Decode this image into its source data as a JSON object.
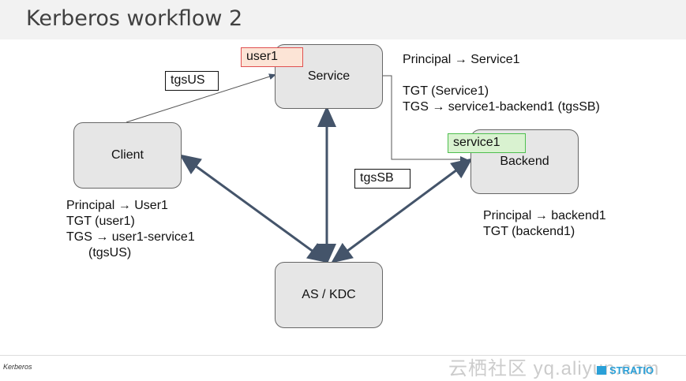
{
  "title": "Kerberos workflow 2",
  "nodes": {
    "service": "Service",
    "client": "Client",
    "backend": "Backend",
    "kdc": "AS / KDC"
  },
  "tags": {
    "user1": "user1",
    "service1": "service1",
    "tgsUS": "tgsUS",
    "tgsSB": "tgsSB"
  },
  "notes": {
    "service": [
      "Principal → Service1",
      "TGT (Service1)",
      "TGS → service1-backend1 (tgsSB)"
    ],
    "client": [
      "Principal → User1",
      "TGT (user1)",
      "TGS → user1-service1",
      "(tgsUS)"
    ],
    "backend": [
      "Principal → backend1",
      "TGT (backend1)"
    ]
  },
  "footer": {
    "label": "Kerberos",
    "watermark": "云栖社区 yq.aliyun.com",
    "brand": "STRATIO"
  },
  "colors": {
    "arrow": "#44546a",
    "tag_red_border": "#e05050",
    "tag_green_border": "#4fbf4f"
  }
}
